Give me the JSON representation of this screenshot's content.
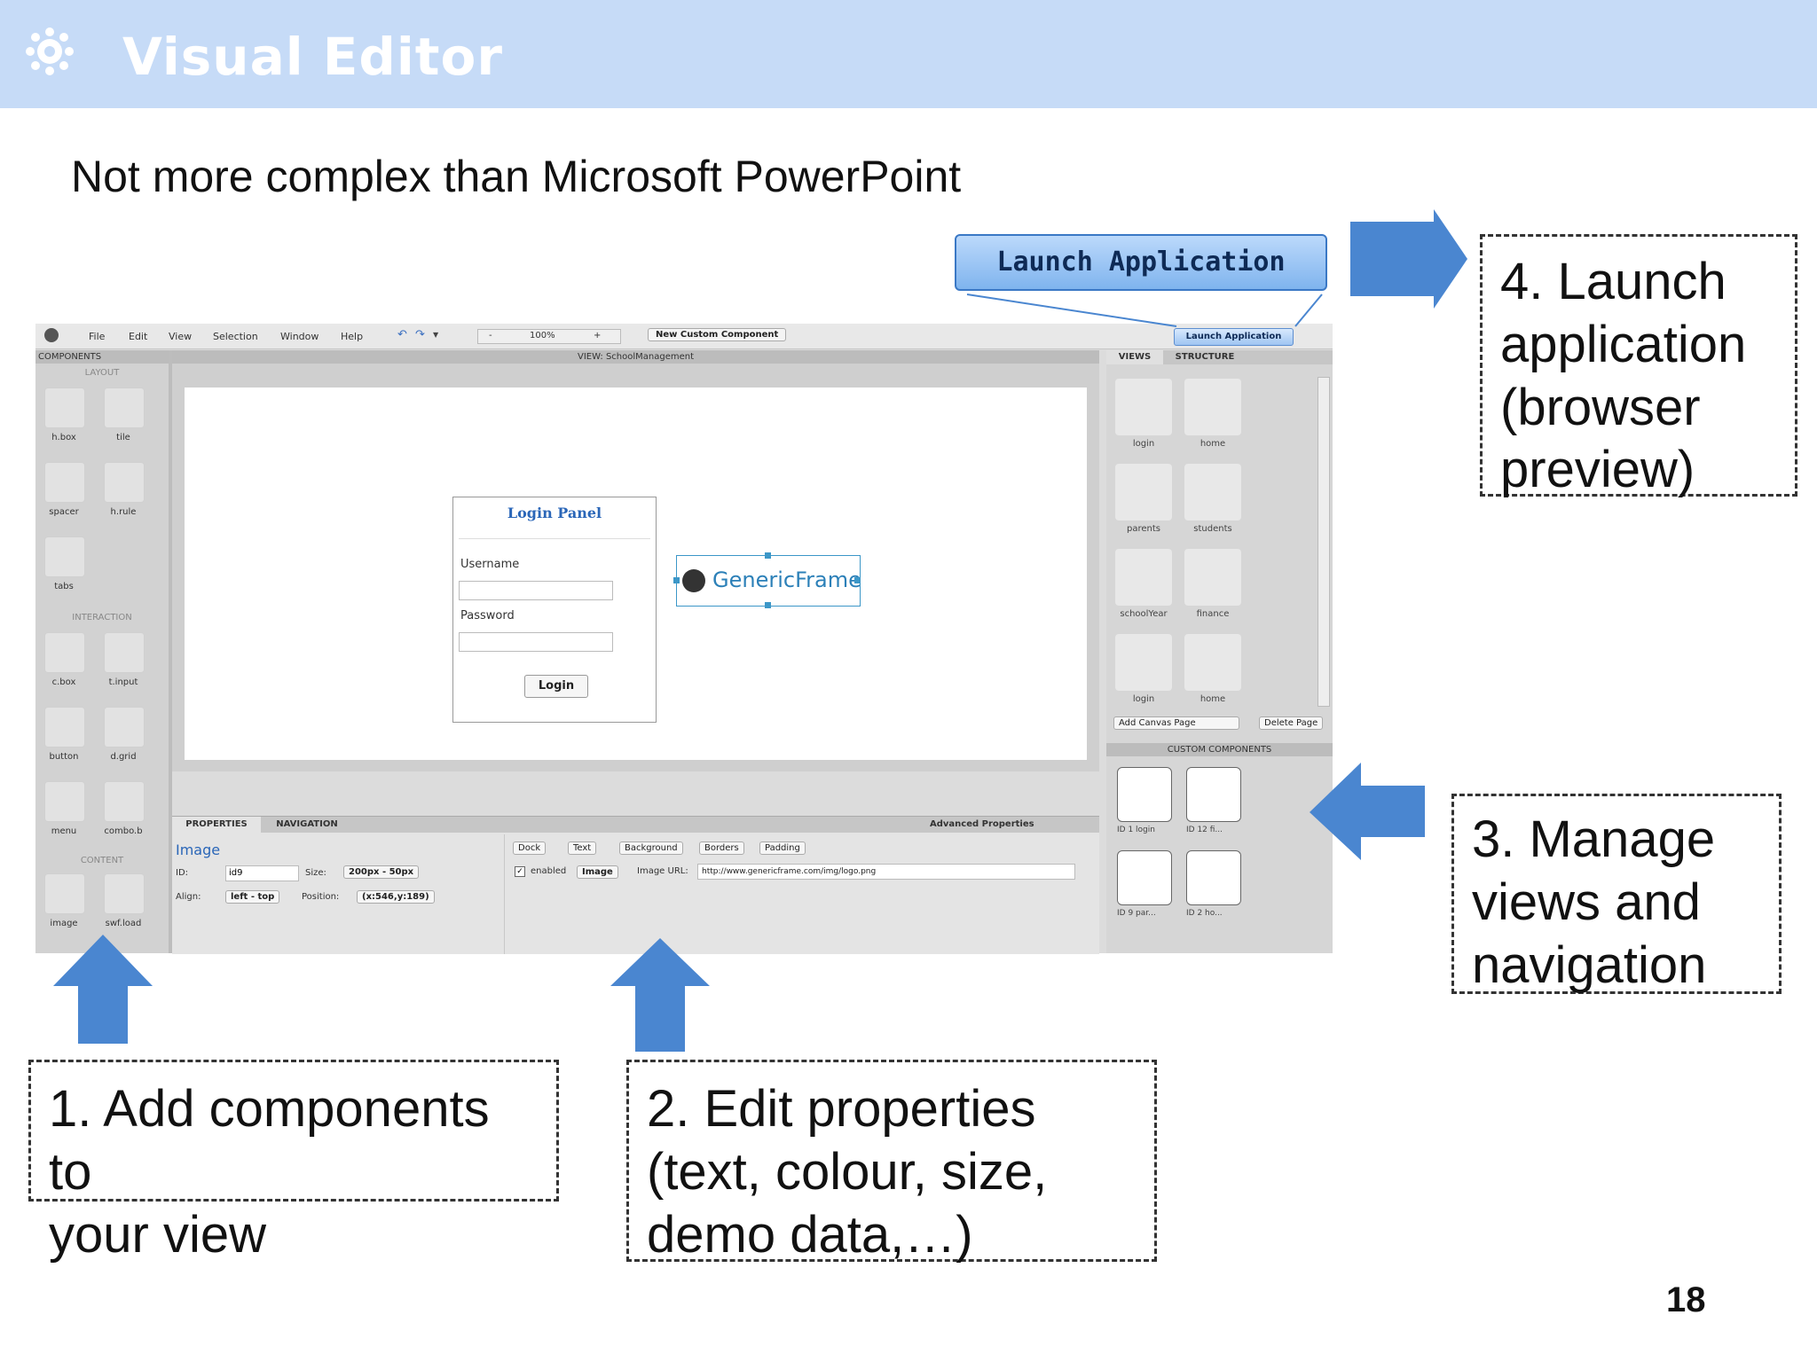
{
  "slide": {
    "title": "Visual Editor",
    "subtitle": "Not more complex than Microsoft PowerPoint",
    "page_number": "18",
    "launch_button": "Launch Application"
  },
  "callouts": [
    {
      "lines": [
        "1. Add components to",
        "your view"
      ]
    },
    {
      "lines": [
        "2. Edit properties",
        "(text, colour, size,",
        "demo data,…)"
      ]
    },
    {
      "lines": [
        "3. Manage",
        "views and",
        "navigation"
      ]
    },
    {
      "lines": [
        "4. Launch",
        "application",
        "(browser",
        "preview)"
      ]
    }
  ],
  "app": {
    "menu": [
      "File",
      "Edit",
      "View",
      "Selection",
      "Window",
      "Help"
    ],
    "zoom_minus": "-",
    "zoom": "100%",
    "zoom_plus": "+",
    "new_component": "New Custom Component",
    "launch": "Launch Application",
    "components_header": "COMPONENTS",
    "sections": [
      "LAYOUT",
      "INTERACTION",
      "CONTENT"
    ],
    "layout_items": [
      "h.box",
      "tile",
      "spacer",
      "h.rule",
      "tabs"
    ],
    "interaction_items": [
      "c.box",
      "t.input",
      "button",
      "d.grid",
      "menu",
      "combo.b"
    ],
    "content_items": [
      "image",
      "swf.load"
    ],
    "view_header": "VIEW: SchoolManagement",
    "login": {
      "title": "Login Panel",
      "username": "Username",
      "password": "Password",
      "button": "Login"
    },
    "logo_text": "GenericFrame",
    "props": {
      "tab_properties": "PROPERTIES",
      "tab_navigation": "NAVIGATION",
      "advanced": "Advanced Properties",
      "element_type": "Image",
      "id_label": "ID:",
      "id_value": "id9",
      "size_label": "Size:",
      "size_value": "200px - 50px",
      "align_label": "Align:",
      "align_value": "left - top",
      "position_label": "Position:",
      "position_value": "(x:546,y:189)",
      "buttons": [
        "Dock",
        "Text",
        "Background",
        "Borders",
        "Padding"
      ],
      "enabled_label": "enabled",
      "image_btn": "Image",
      "image_url_label": "Image URL:",
      "image_url": "http://www.genericframe.com/img/logo.png"
    },
    "views": {
      "tab_views": "VIEWS",
      "tab_structure": "STRUCTURE",
      "items": [
        "login",
        "home",
        "parents",
        "students",
        "schoolYear",
        "finance",
        "login",
        "home"
      ],
      "add_page": "Add Canvas Page",
      "delete_page": "Delete Page",
      "custom_header": "CUSTOM COMPONENTS",
      "custom_items": [
        "ID 1 login",
        "ID 12 fi...",
        "ID 9 par...",
        "ID 2 ho..."
      ]
    }
  },
  "colors": {
    "title_bar": "#c6dbf7",
    "arrow": "#4a86d0",
    "accent": "#2a66b8"
  }
}
